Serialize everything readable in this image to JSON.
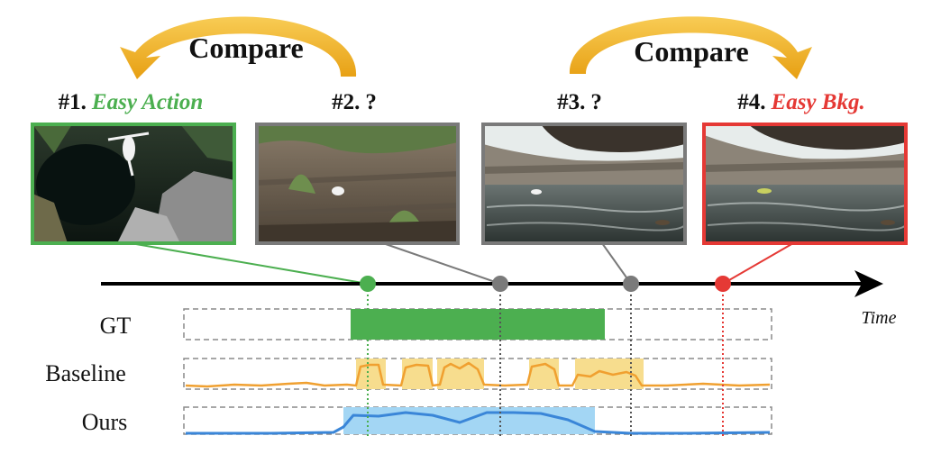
{
  "compare_labels": [
    "Compare",
    "Compare"
  ],
  "frames": [
    {
      "number": "#1.",
      "tag": "Easy Action",
      "color": "#4caf50",
      "scene": "dive"
    },
    {
      "number": "#2.",
      "tag": "?",
      "color": "#7a7a7a",
      "scene": "cliff"
    },
    {
      "number": "#3.",
      "tag": "?",
      "color": "#7a7a7a",
      "scene": "pool"
    },
    {
      "number": "#4.",
      "tag": "Easy Bkg.",
      "color": "#e53935",
      "scene": "pool-empty"
    }
  ],
  "timeline": {
    "axis_label": "Time"
  },
  "rows": [
    {
      "label": "GT"
    },
    {
      "label": "Baseline"
    },
    {
      "label": "Ours"
    }
  ],
  "colors": {
    "gt_fill": "#4caf50",
    "baseline_line": "#f0a030",
    "baseline_highlight": "#f7dd8e",
    "ours_line": "#3a86d8",
    "ours_highlight": "#a3d6f4",
    "arrow": "#f0b323"
  }
}
